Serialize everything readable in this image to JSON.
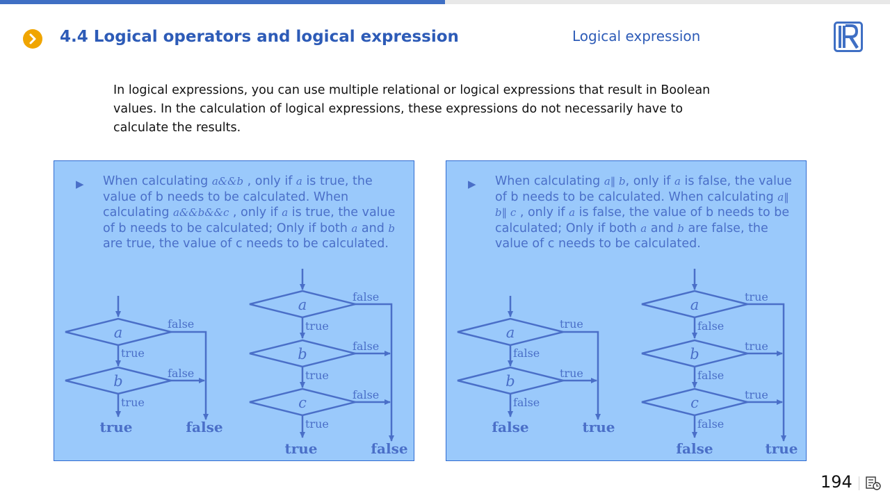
{
  "header": {
    "title": "4.4 Logical operators and logical expression",
    "subtitle": "Logical expression"
  },
  "intro": "In logical expressions, you can use multiple relational or logical expressions that result in Boolean values. In the calculation of logical expressions, these expressions do not necessarily have to calculate the results.",
  "left_panel": {
    "bullet": {
      "t1": "When calculating ",
      "v1": "a&&b",
      "t2": " , only if ",
      "v2": "a",
      "t3": " is true, the value of b needs to be calculated. When calculating ",
      "v3": "a&&b&&c",
      "t4": " , only if ",
      "v4": "a",
      "t5": " is true, the value of b needs to be calculated; Only if both ",
      "v5": "a",
      "t6": " and ",
      "v6": "b",
      "t7": " are true, the value of c needs to be calculated."
    },
    "chart1": {
      "node_a": "a",
      "node_b": "b",
      "a_side": "false",
      "a_down": "true",
      "b_side": "false",
      "b_down": "true",
      "result_left": "true",
      "result_right": "false"
    },
    "chart2": {
      "node_a": "a",
      "node_b": "b",
      "node_c": "c",
      "a_side": "false",
      "a_down": "true",
      "b_side": "false",
      "b_down": "true",
      "c_side": "false",
      "c_down": "true",
      "result_left": "true",
      "result_right": "false"
    }
  },
  "right_panel": {
    "bullet": {
      "t1": "When calculating ",
      "v1": "a‖ b",
      "t2": ", only if ",
      "v2": "a",
      "t3": " is false, the value of b needs to be calculated. When calculating ",
      "v3": "a‖ b‖ c",
      "t4": " , only if ",
      "v4": "a",
      "t5": " is false, the value of b needs to be calculated; Only if both ",
      "v5": "a",
      "t6": " and ",
      "v6": "b",
      "t7": " are false, the value of c needs to be calculated."
    },
    "chart1": {
      "node_a": "a",
      "node_b": "b",
      "a_side": "true",
      "a_down": "false",
      "b_side": "true",
      "b_down": "false",
      "result_left": "false",
      "result_right": "true"
    },
    "chart2": {
      "node_a": "a",
      "node_b": "b",
      "node_c": "c",
      "a_side": "true",
      "a_down": "false",
      "b_side": "true",
      "b_down": "false",
      "c_side": "true",
      "c_down": "false",
      "result_left": "false",
      "result_right": "true"
    }
  },
  "footer": {
    "page_number": "194"
  },
  "colors": {
    "accent": "#2d5bb7",
    "panel_bg": "#9ac9fb",
    "flow": "#4a6fc8",
    "bullet_icon": "#f0a500"
  },
  "icons": {
    "header": "chevron-right-icon",
    "logo": "r-logo-icon",
    "footer": "notes-icon"
  }
}
